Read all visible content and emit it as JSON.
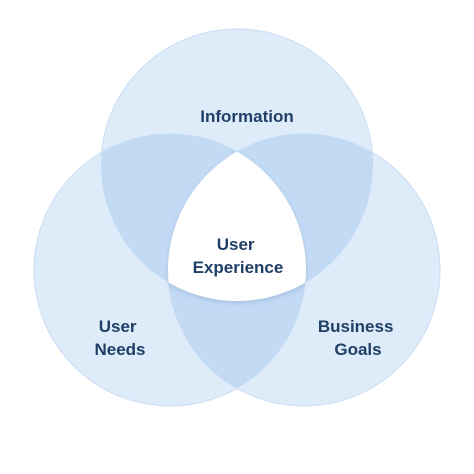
{
  "diagram": {
    "type": "venn",
    "sets": [
      {
        "id": "information",
        "label_lines": [
          "Information"
        ]
      },
      {
        "id": "user-needs",
        "label_lines": [
          "User",
          "Needs"
        ]
      },
      {
        "id": "business-goals",
        "label_lines": [
          "Business",
          "Goals"
        ]
      }
    ],
    "center": {
      "label_lines": [
        "User",
        "Experience"
      ]
    },
    "colors": {
      "circle_fill": "#deebf9",
      "circle_stroke": "#c9ddf3",
      "pair_overlap": "#c3daf5",
      "center": "#ffffff",
      "text": "#1f3f66"
    }
  }
}
